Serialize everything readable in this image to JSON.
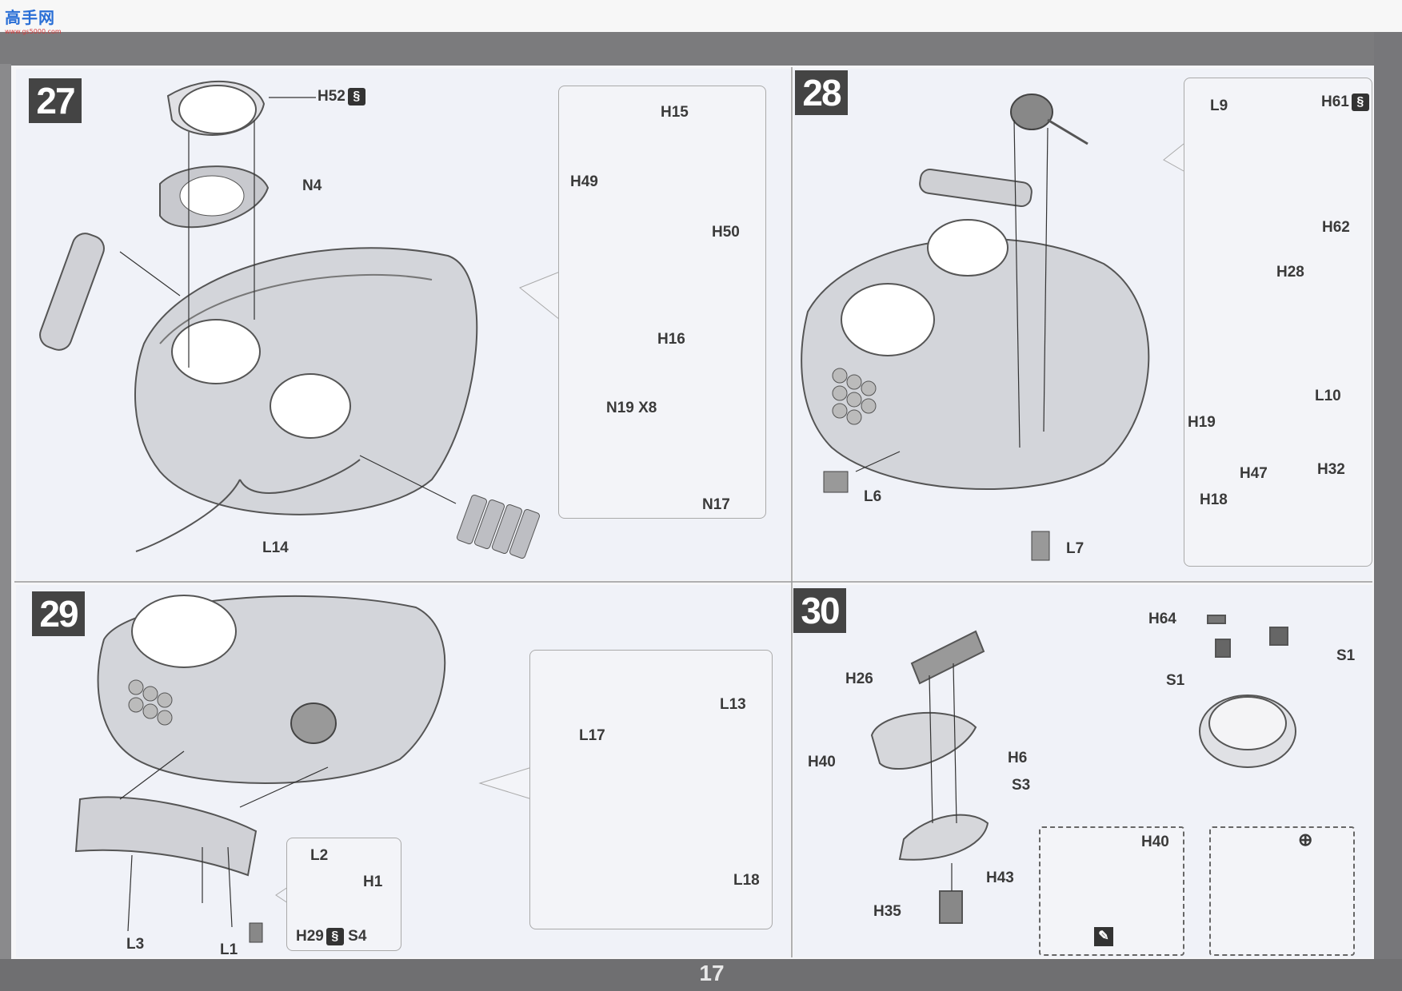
{
  "watermark": {
    "text": "高手网",
    "url": "www.gs5000.com"
  },
  "page_number": "17",
  "steps": {
    "s27": {
      "number": "27",
      "labels": {
        "h52": "H52",
        "n4": "N4",
        "l14": "L14",
        "h15": "H15",
        "h49": "H49",
        "h50": "H50",
        "h16": "H16",
        "n19": "N19 X8",
        "n17": "N17"
      }
    },
    "s28": {
      "number": "28",
      "labels": {
        "l9": "L9",
        "h61": "H61",
        "h62": "H62",
        "h28": "H28",
        "l10": "L10",
        "h19": "H19",
        "h47": "H47",
        "h32": "H32",
        "h18": "H18",
        "l6": "L6",
        "l7": "L7"
      }
    },
    "s29": {
      "number": "29",
      "labels": {
        "l13": "L13",
        "l17": "L17",
        "l18": "L18",
        "l2": "L2",
        "h1": "H1",
        "h29": "H29",
        "s4": "S4",
        "l3": "L3",
        "l1": "L1"
      }
    },
    "s30": {
      "number": "30",
      "labels": {
        "h64": "H64",
        "s1a": "S1",
        "s1b": "S1",
        "h26": "H26",
        "h40": "H40",
        "h6": "H6",
        "s3": "S3",
        "h43": "H43",
        "h35": "H35",
        "h40b": "H40"
      }
    }
  },
  "icons": {
    "paint_badge": "paint-spot-icon",
    "magnify": "zoom-icon",
    "cement": "glue-icon"
  }
}
